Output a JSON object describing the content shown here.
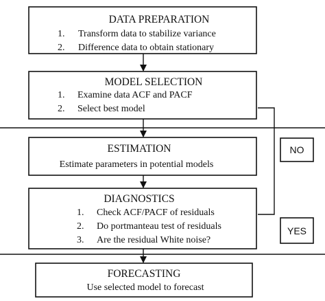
{
  "stages": {
    "data_preparation": {
      "title": "DATA PREPARATION",
      "steps": [
        {
          "num": "1.",
          "text": "Transform data to stabilize variance"
        },
        {
          "num": "2.",
          "text": "Difference data to obtain stationary"
        }
      ]
    },
    "model_selection": {
      "title": "MODEL SELECTION",
      "steps": [
        {
          "num": "1.",
          "text": "Examine data ACF and PACF"
        },
        {
          "num": "2.",
          "text": "Select best model"
        }
      ]
    },
    "estimation": {
      "title": "ESTIMATION",
      "text": "Estimate parameters in potential models"
    },
    "diagnostics": {
      "title": "DIAGNOSTICS",
      "steps": [
        {
          "num": "1.",
          "text": "Check ACF/PACF of residuals"
        },
        {
          "num": "2.",
          "text": "Do portmanteau test of residuals"
        },
        {
          "num": "3.",
          "text": "Are the residual White noise?"
        }
      ]
    },
    "forecasting": {
      "title": "FORECASTING",
      "text": "Use selected model to forecast"
    }
  },
  "decisions": {
    "no": "NO",
    "yes": "YES"
  }
}
